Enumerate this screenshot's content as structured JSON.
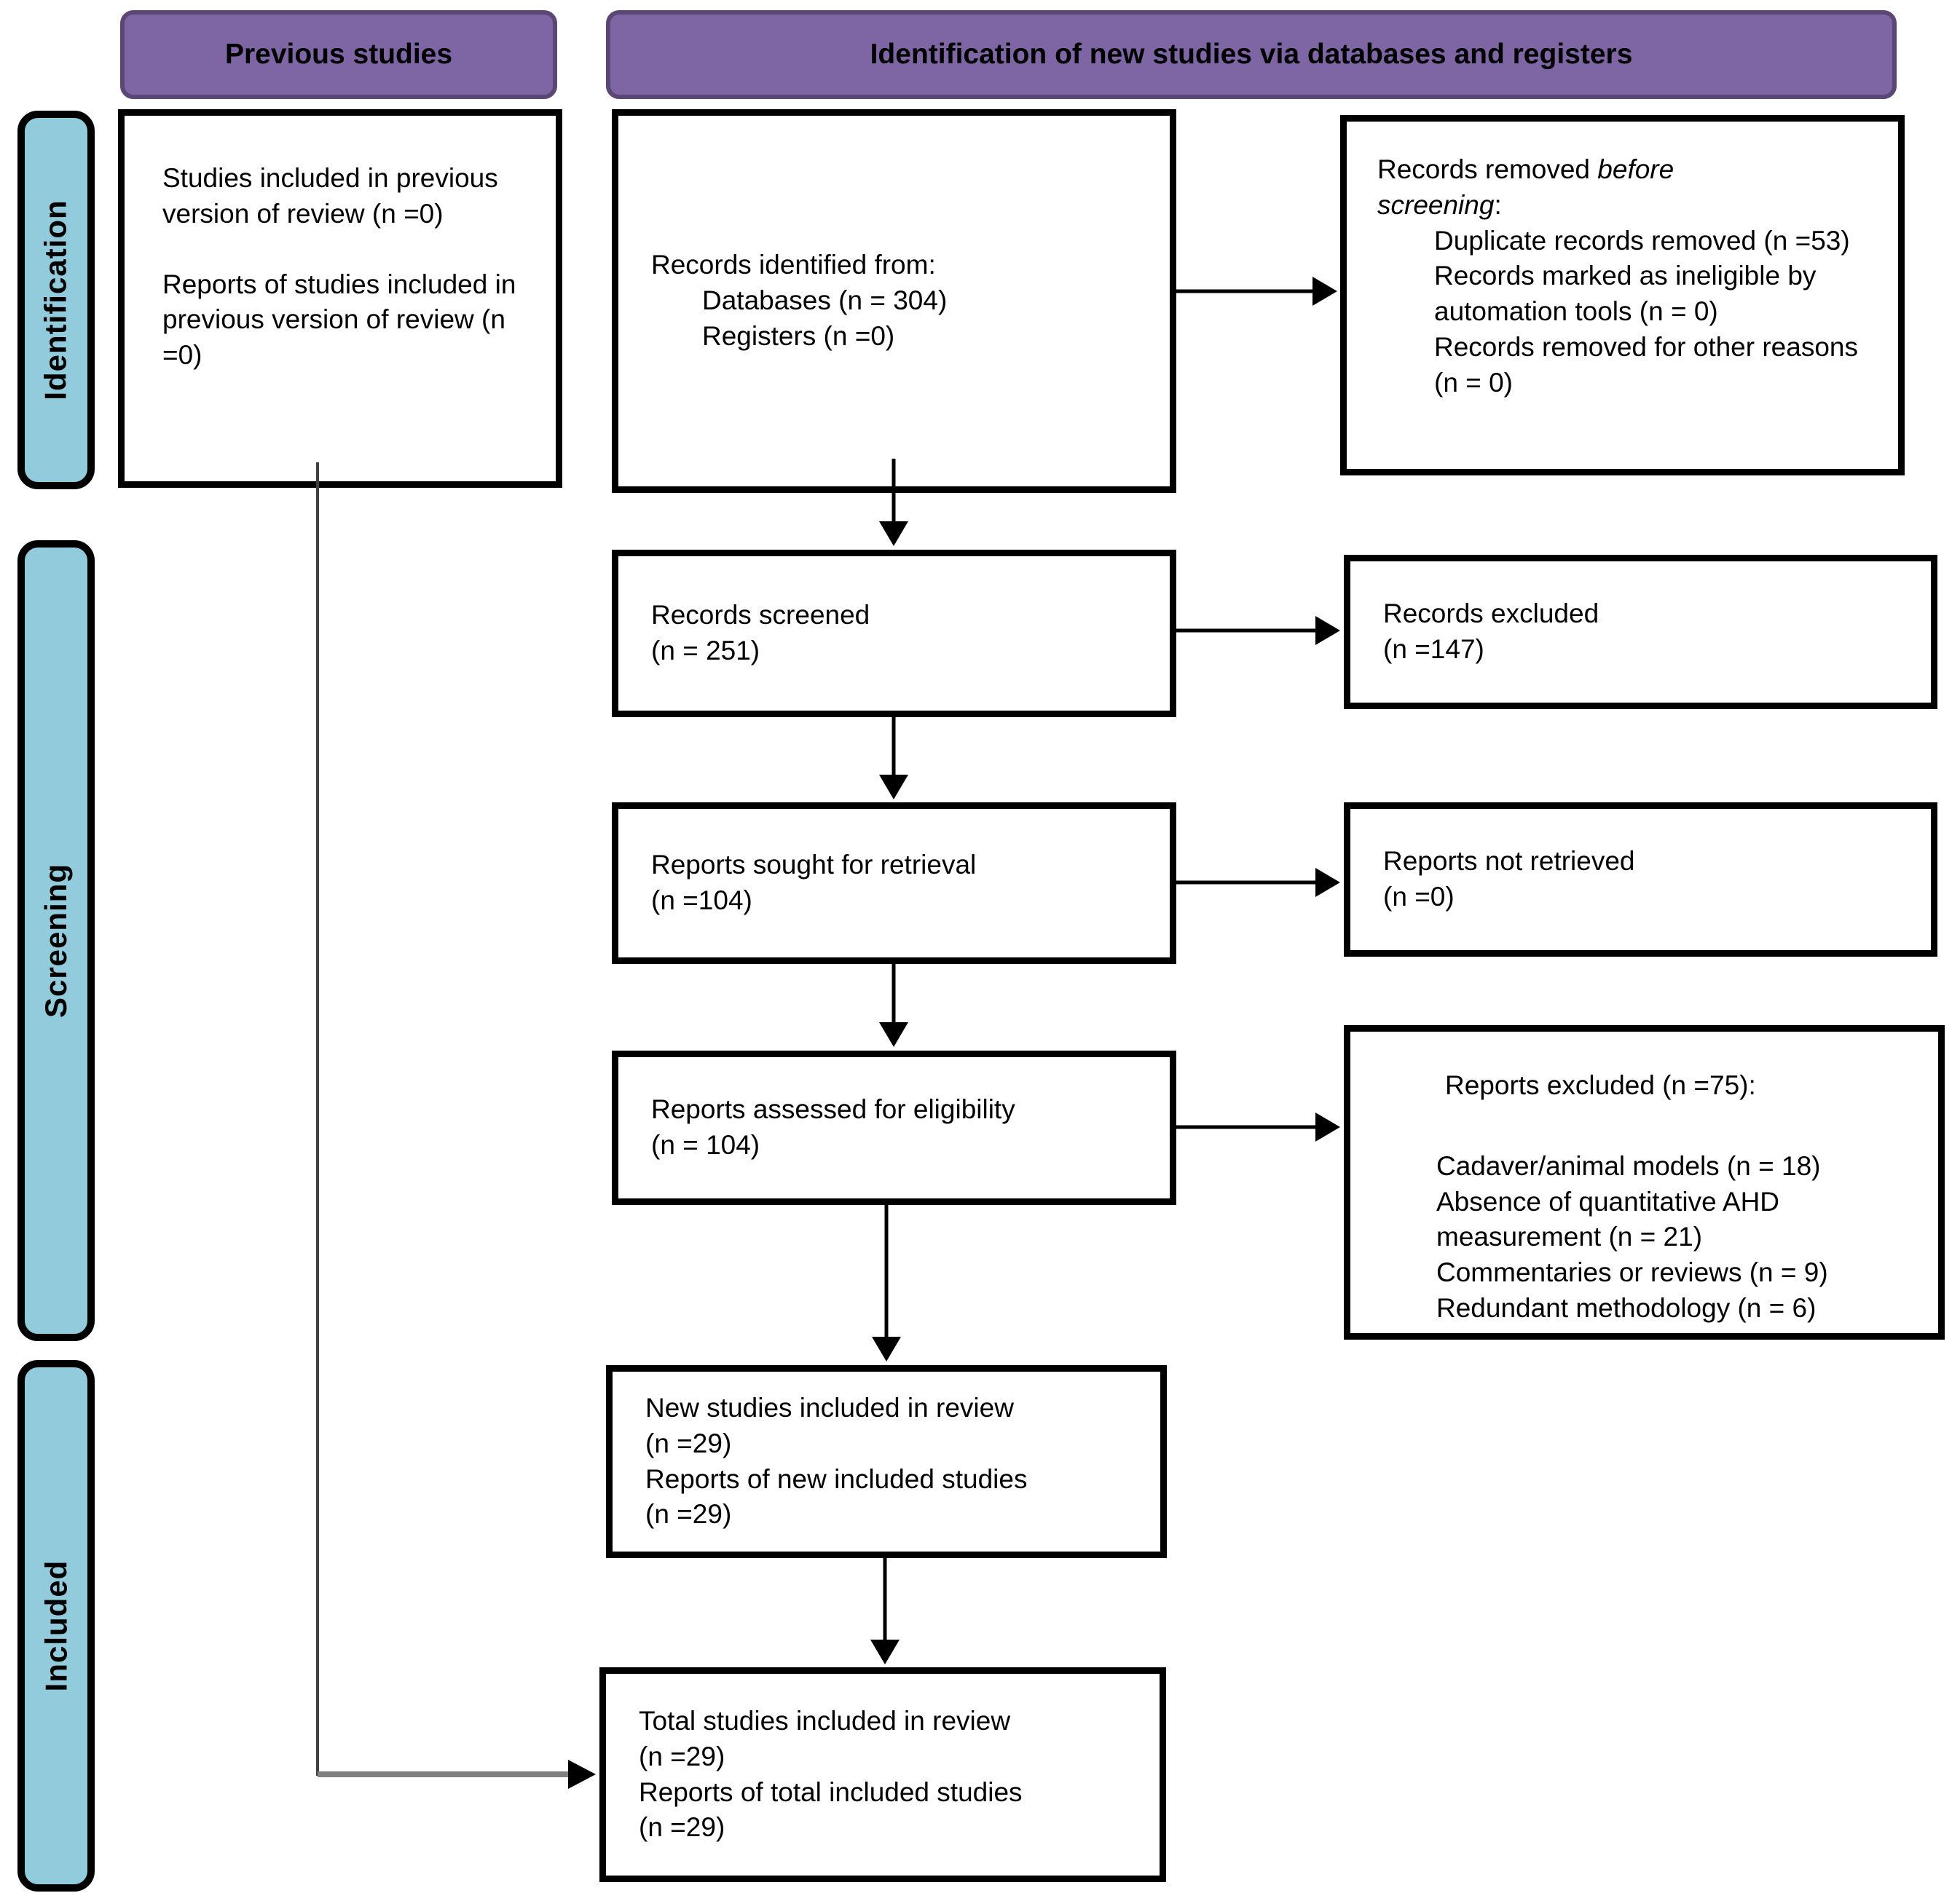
{
  "headers": {
    "previous": "Previous studies",
    "new": "Identification of new studies via databases and registers"
  },
  "sidebar": {
    "identification": "Identification",
    "screening": "Screening",
    "included": "Included"
  },
  "colors": {
    "banner_fill": "#7E66A4",
    "banner_border": "#5A4773",
    "stage_fill": "#92CBDC",
    "box_border": "#000000",
    "connector_gray": "#808080"
  },
  "boxes": {
    "previous_studies": {
      "para1": "Studies included in previous version of review (n =0)",
      "para2": "Reports of studies included in previous version of review (n =0)"
    },
    "records_identified": {
      "title": "Records identified from:",
      "items": [
        "Databases (n = 304)",
        "Registers (n =0)"
      ]
    },
    "records_removed": {
      "lead": "Records removed ",
      "italic": "before screening",
      "tail": ":",
      "items": [
        "Duplicate records removed (n =53)",
        "Records marked as ineligible by automation tools (n = 0)",
        "Records removed for other reasons (n = 0)"
      ]
    },
    "records_screened": {
      "lines": [
        "Records screened",
        "(n = 251)"
      ]
    },
    "records_excluded": {
      "lines": [
        "Records excluded",
        "(n =147)"
      ]
    },
    "reports_sought": {
      "lines": [
        "Reports sought for retrieval",
        "(n =104)"
      ]
    },
    "reports_not_retrieved": {
      "lines": [
        "Reports not retrieved",
        "(n =0)"
      ]
    },
    "reports_assessed": {
      "lines": [
        "Reports assessed for eligibility",
        "(n = 104)"
      ]
    },
    "reports_excluded": {
      "title": "Reports excluded (n =75):",
      "items": [
        "Cadaver/animal models (n = 18)",
        "Absence of quantitative AHD measurement (n = 21)",
        "Commentaries or reviews (n = 9)",
        "Redundant methodology (n = 6)"
      ]
    },
    "new_studies": {
      "lines": [
        "New studies included in review",
        "(n =29)",
        "Reports of new included studies",
        "(n =29)"
      ]
    },
    "total_studies": {
      "lines": [
        "Total studies included in review",
        "(n =29)",
        "Reports of total included studies",
        "(n =29)"
      ]
    }
  }
}
